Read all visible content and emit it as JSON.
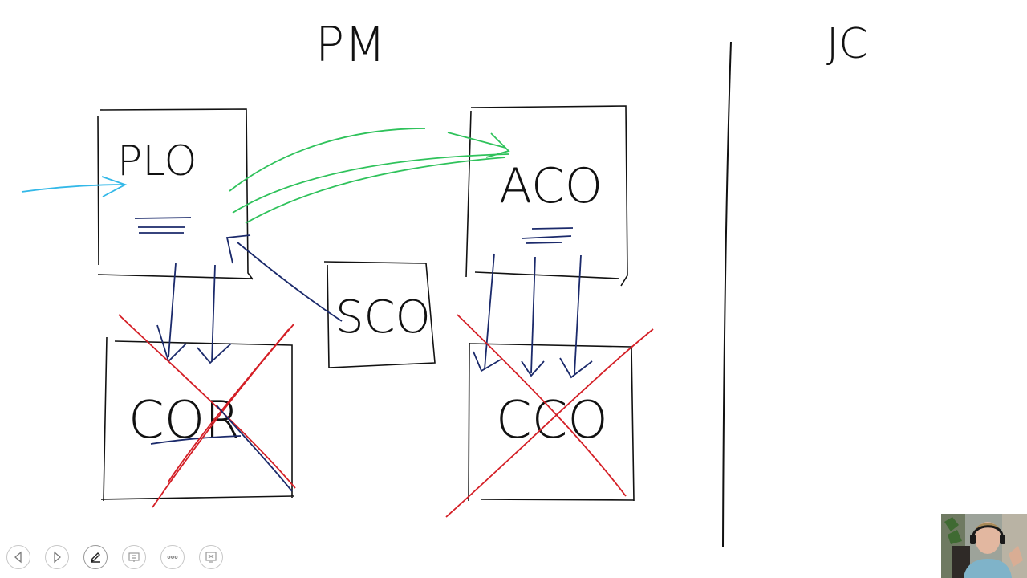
{
  "whiteboard": {
    "headings": {
      "left": "PM",
      "right": "JC"
    },
    "boxes": {
      "plo": "PLO",
      "aco": "ACO",
      "sco": "SCO",
      "cor": "COR",
      "cco": "CCO"
    },
    "ink_colors": {
      "black": "#111111",
      "navy": "#1b2a6b",
      "red": "#d41f26",
      "green": "#2fc25b",
      "cyan": "#33b8e8"
    }
  },
  "toolbar": {
    "buttons": [
      {
        "icon": "previous-slide-icon"
      },
      {
        "icon": "next-slide-icon"
      },
      {
        "icon": "pen-icon"
      },
      {
        "icon": "see-all-slides-icon"
      },
      {
        "icon": "more-options-icon"
      },
      {
        "icon": "presenter-view-icon"
      }
    ]
  },
  "webcam": {
    "icon": "presenter-camera-feed"
  }
}
